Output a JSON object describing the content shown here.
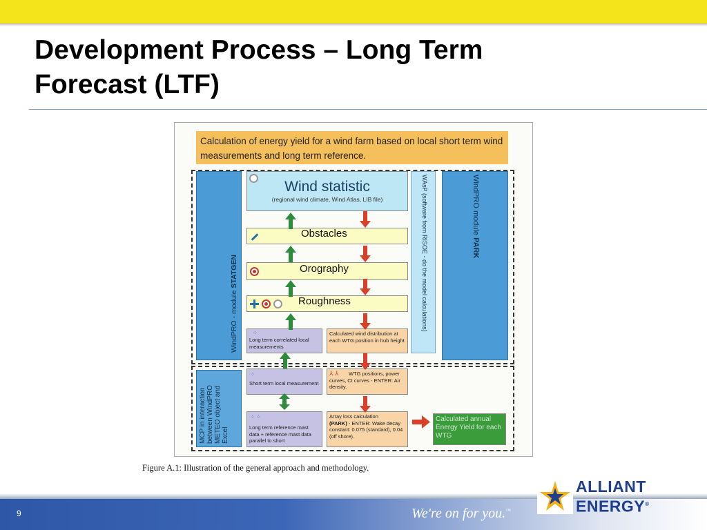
{
  "slide": {
    "title_line1": "Development Process – Long Term",
    "title_line2": "Forecast (LTF)",
    "page_number": "9",
    "tagline": "We're on for you.",
    "tagline_mark": "™",
    "logo_line1": "ALLIANT",
    "logo_line2": "ENERGY",
    "logo_mark": "®"
  },
  "figure": {
    "header": "Calculation of energy yield for a wind farm based on local short term wind measurements and long term reference.",
    "wasp_label": "WAsP (software from RISOE - do the model calculations)",
    "statgen_label_prefix": "WindPRO - module ",
    "statgen_label_bold": "STATGEN",
    "park_label_prefix": "WindPRO module ",
    "park_label_bold": "PARK",
    "mcp_line1": "MCP in interaction",
    "mcp_line2": "between WindPRO",
    "mcp_line3": "METEO object and",
    "mcp_line4": "Excel",
    "wind_statistic_title": "Wind statistic",
    "wind_statistic_sub": "(regional wind climate, Wind Atlas, LIB file)",
    "obstacles": "Obstacles",
    "orography": "Orography",
    "roughness": "Roughness",
    "lt_correlated": "Long term correlated local measurements",
    "calc_wind_dist": "Calculated wind distribution at each WTG position in hub height",
    "short_term": "Short term local measurement",
    "wtg_positions": "WTG positions, power curves, Ct curves - ENTER: Air density.",
    "lt_reference": "Long term reference mast data + reference mast data parallel to short",
    "array_loss_1": "Array loss calculation",
    "array_loss_park": "(PARK)",
    "array_loss_2": " - ENTER: Wake decay constant: 0.075 (standard), 0.04 (off shore).",
    "annual_energy": "Calculated annual Energy Yield for each WTG",
    "caption": "Figure A.1:  Illustration of the general approach and methodology."
  },
  "colors": {
    "top_bar": "#f4e41c",
    "footer_blue": "#2f57a8",
    "arrow_up": "#2e8b3e",
    "arrow_down": "#d9402a",
    "logo_blue": "#1f3f8f",
    "logo_gold": "#f2b01e"
  },
  "icons": [
    "circle-icon",
    "pencil-icon",
    "target-icon",
    "crosshair-icon",
    "wind-icon",
    "mast-icon",
    "turbine-icon",
    "logo-star-icon"
  ]
}
